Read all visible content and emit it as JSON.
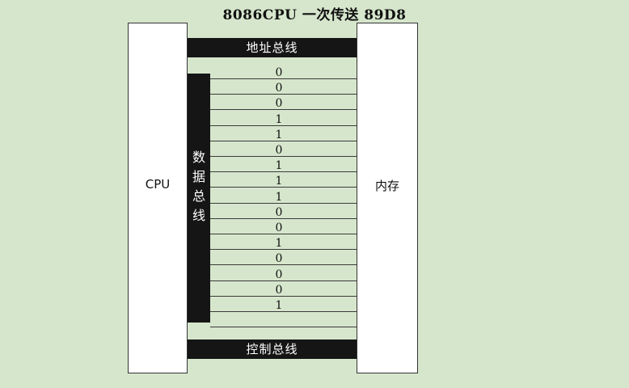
{
  "title": "8086CPU 一次传送 89D8",
  "cpu_label": "CPU",
  "memory_label": "内存",
  "address_bus_label": "地址总线",
  "data_bus_label": "数据总线",
  "control_bus_label": "控制总线",
  "bits": [
    "0",
    "0",
    "0",
    "1",
    "1",
    "0",
    "1",
    "1",
    "1",
    "0",
    "0",
    "1",
    "0",
    "0",
    "0",
    "1"
  ],
  "colors": {
    "background": "#d6e6cc",
    "box": "#ffffff",
    "bus": "#151515",
    "wire": "#3a3a3a"
  }
}
